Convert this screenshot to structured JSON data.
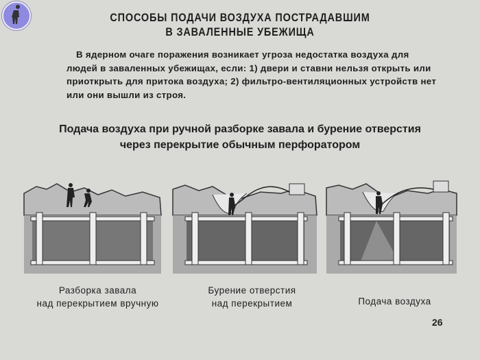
{
  "title": [
    "СПОСОБЫ ПОДАЧИ ВОЗДУХА ПОСТРАДАВШИМ",
    "В ЗАВАЛЕННЫЕ УБЕЖИЩА"
  ],
  "paragraph": "В ядерном очаге поражения возникает угроза недостатка воздуха для людей в заваленных убежищах, если: 1) двери и ставни нельзя открыть или приоткрыть для притока воздуха; 2) фильтро-вентиляционных устройств нет или они вышли из строя.",
  "subtitle": [
    "Подача воздуха при ручной разборке завала и бурение отверстия",
    "через перекрытие обычным перфоратором"
  ],
  "captions": [
    [
      "Разборка завала",
      "над перекрытием вручную"
    ],
    [
      "Бурение отверстия",
      "над перекрытием"
    ],
    [
      "Подача воздуха"
    ]
  ],
  "page_number": "26"
}
